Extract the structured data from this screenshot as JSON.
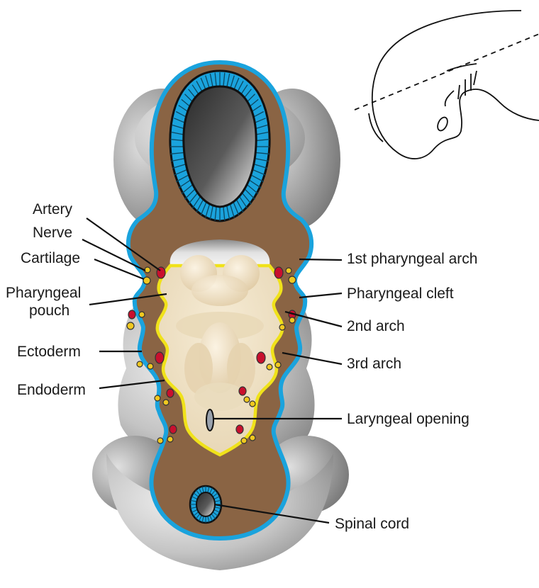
{
  "labels": {
    "artery": "Artery",
    "nerve": "Nerve",
    "cartilage": "Cartilage",
    "pharyngeal_pouch_1": "Pharyngeal",
    "pharyngeal_pouch_2": "pouch",
    "ectoderm": "Ectoderm",
    "endoderm": "Endoderm",
    "first_arch": "1st pharyngeal arch",
    "pharyngeal_cleft": "Pharyngeal cleft",
    "second_arch": "2nd arch",
    "third_arch": "3rd arch",
    "laryngeal_opening": "Laryngeal opening",
    "spinal_cord": "Spinal cord"
  },
  "colors": {
    "mesenchyme": "#8a6444",
    "ectoderm": "#1aa3dd",
    "endoderm": "#f0e21a",
    "lumen": "#efe2c8",
    "artery": "#c8102e",
    "nerve_cartilage": "#f0c820",
    "background_tissue": "#c9c9c9"
  }
}
